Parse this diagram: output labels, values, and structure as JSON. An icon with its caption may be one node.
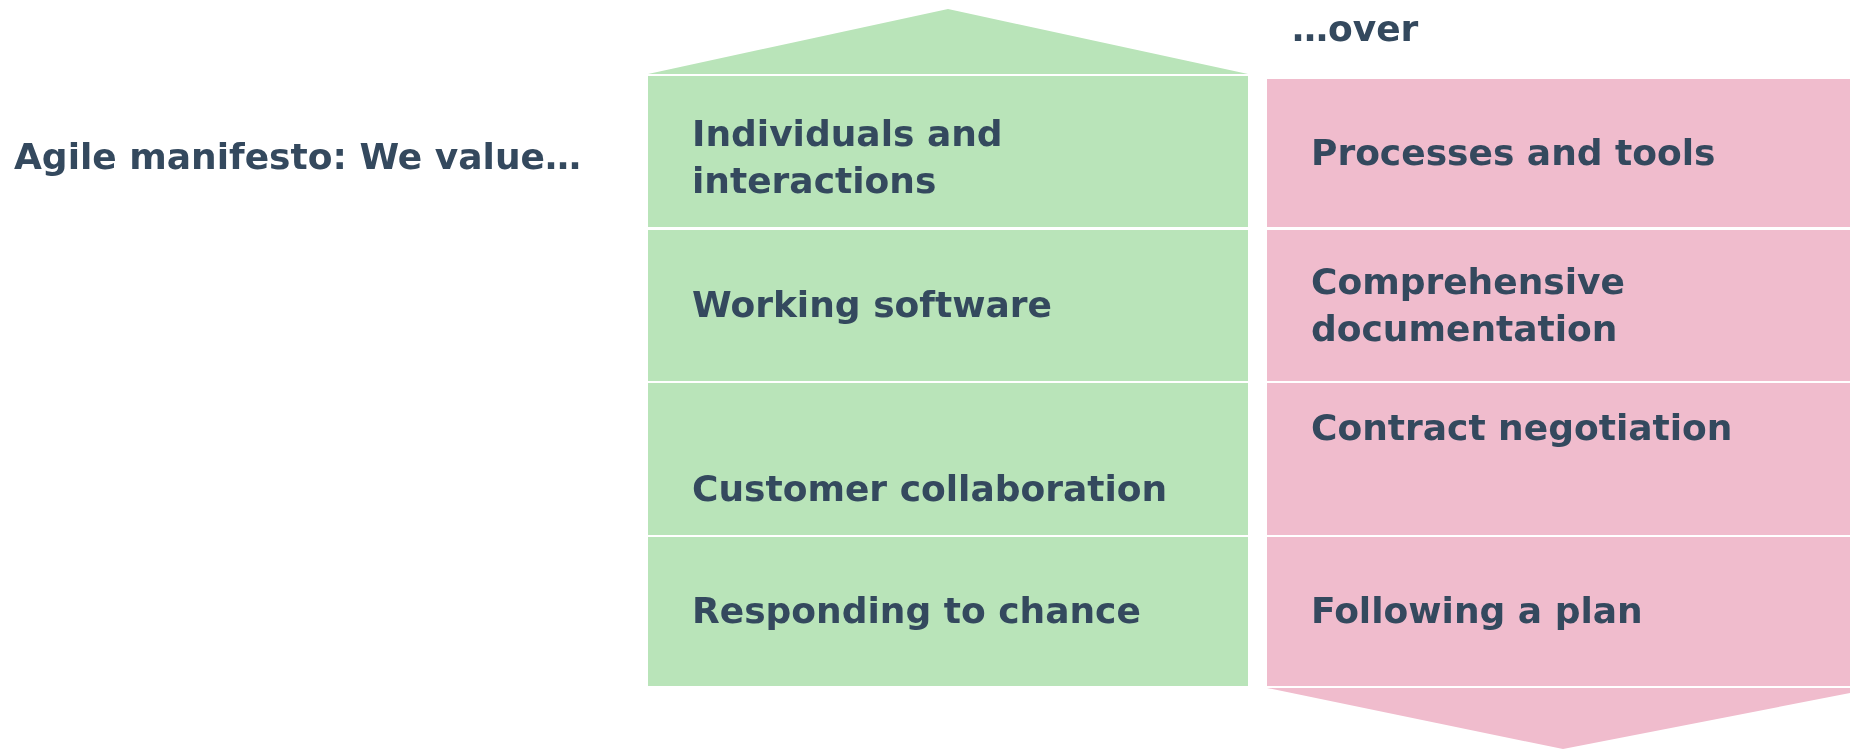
{
  "diagram": {
    "nodes": [
      {
        "text": [
          "Individuals and interactions"
        ]
      },
      {
        "text": [
          "Working software"
        ]
      },
      {
        "text": [
          "Customer collaboration"
        ]
      },
      {
        "text": [
          "Responding to chance"
        ]
      },
      {
        "text": [
          "Processes and tools"
        ]
      },
      {
        "text": [
          "Comprehensive documentation"
        ]
      },
      {
        "text": [
          "Contract negotiation"
        ]
      },
      {
        "text": [
          "Following a plan"
        ]
      }
    ],
    "edges": [],
    "labels": [
      "Agile manifesto: We value…",
      "…over"
    ]
  }
}
